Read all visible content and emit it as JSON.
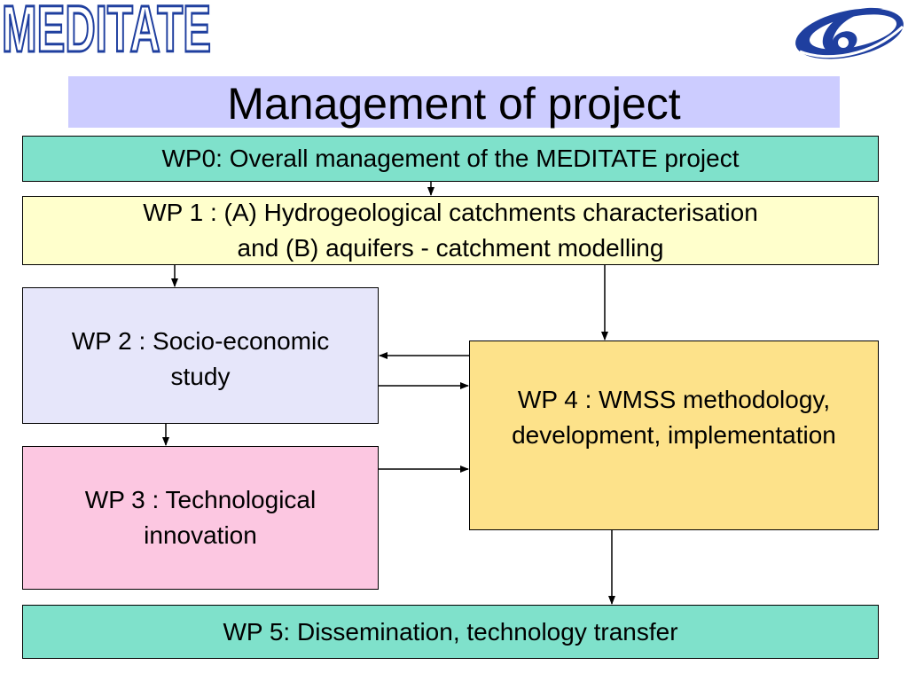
{
  "header": {
    "logo_text": "MEDITATE",
    "fp6_logo_icon": "fp6-logo-icon"
  },
  "title": "Management of project",
  "boxes": {
    "wp0": {
      "label": "WP0: Overall management of the MEDITATE project"
    },
    "wp1": {
      "line1": "WP 1 : (A) Hydrogeological catchments characterisation",
      "line2": "and (B) aquifers - catchment modelling"
    },
    "wp2": {
      "line1": "WP 2 : Socio-economic",
      "line2": "study"
    },
    "wp3": {
      "line1": "WP 3 : Technological",
      "line2": "innovation"
    },
    "wp4": {
      "line1": "WP 4 : WMSS methodology,",
      "line2": "development, implementation"
    },
    "wp5": {
      "label": "WP 5: Dissemination, technology transfer"
    }
  },
  "colors": {
    "title_band": "#ccccff",
    "teal": "#7fe1cb",
    "light_yellow": "#ffffcc",
    "lavender": "#e6e6fa",
    "pink": "#fcc7e1",
    "yellow": "#fde28a",
    "logo_blue": "#1f3f9f"
  }
}
